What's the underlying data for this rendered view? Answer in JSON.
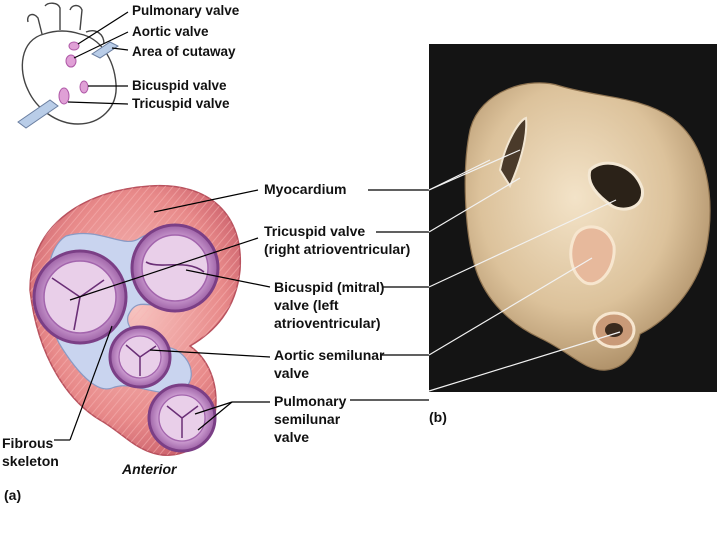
{
  "colors": {
    "background": "#ffffff",
    "photo_background": "#141414",
    "tissue_pink": "#e88a8a",
    "valve_purple": "#b06ab8",
    "cusp_lavender": "#e9cfe9",
    "fibrous_blue": "#c9d4ef",
    "leader_line": "#000000",
    "leader_line_photo": "#f2f2f2"
  },
  "inset": {
    "labels": {
      "pulmonary_valve": "Pulmonary valve",
      "aortic_valve": "Aortic valve",
      "area_of_cutaway": "Area of cutaway",
      "bicuspid_valve": "Bicuspid valve",
      "tricuspid_valve": "Tricuspid valve"
    }
  },
  "panel_a": {
    "panel_label": "(a)",
    "anterior_label": "Anterior",
    "fibrous_skeleton": [
      "Fibrous",
      "skeleton"
    ]
  },
  "center_labels": {
    "myocardium": "Myocardium",
    "tricuspid": [
      "Tricuspid valve",
      "(right atrioventricular)"
    ],
    "bicuspid": [
      "Bicuspid (mitral)",
      "valve (left",
      "atrioventricular)"
    ],
    "aortic": [
      "Aortic semilunar",
      "valve"
    ],
    "pulmonary": [
      "Pulmonary",
      "semilunar",
      "valve"
    ]
  },
  "panel_b": {
    "panel_label": "(b)"
  }
}
